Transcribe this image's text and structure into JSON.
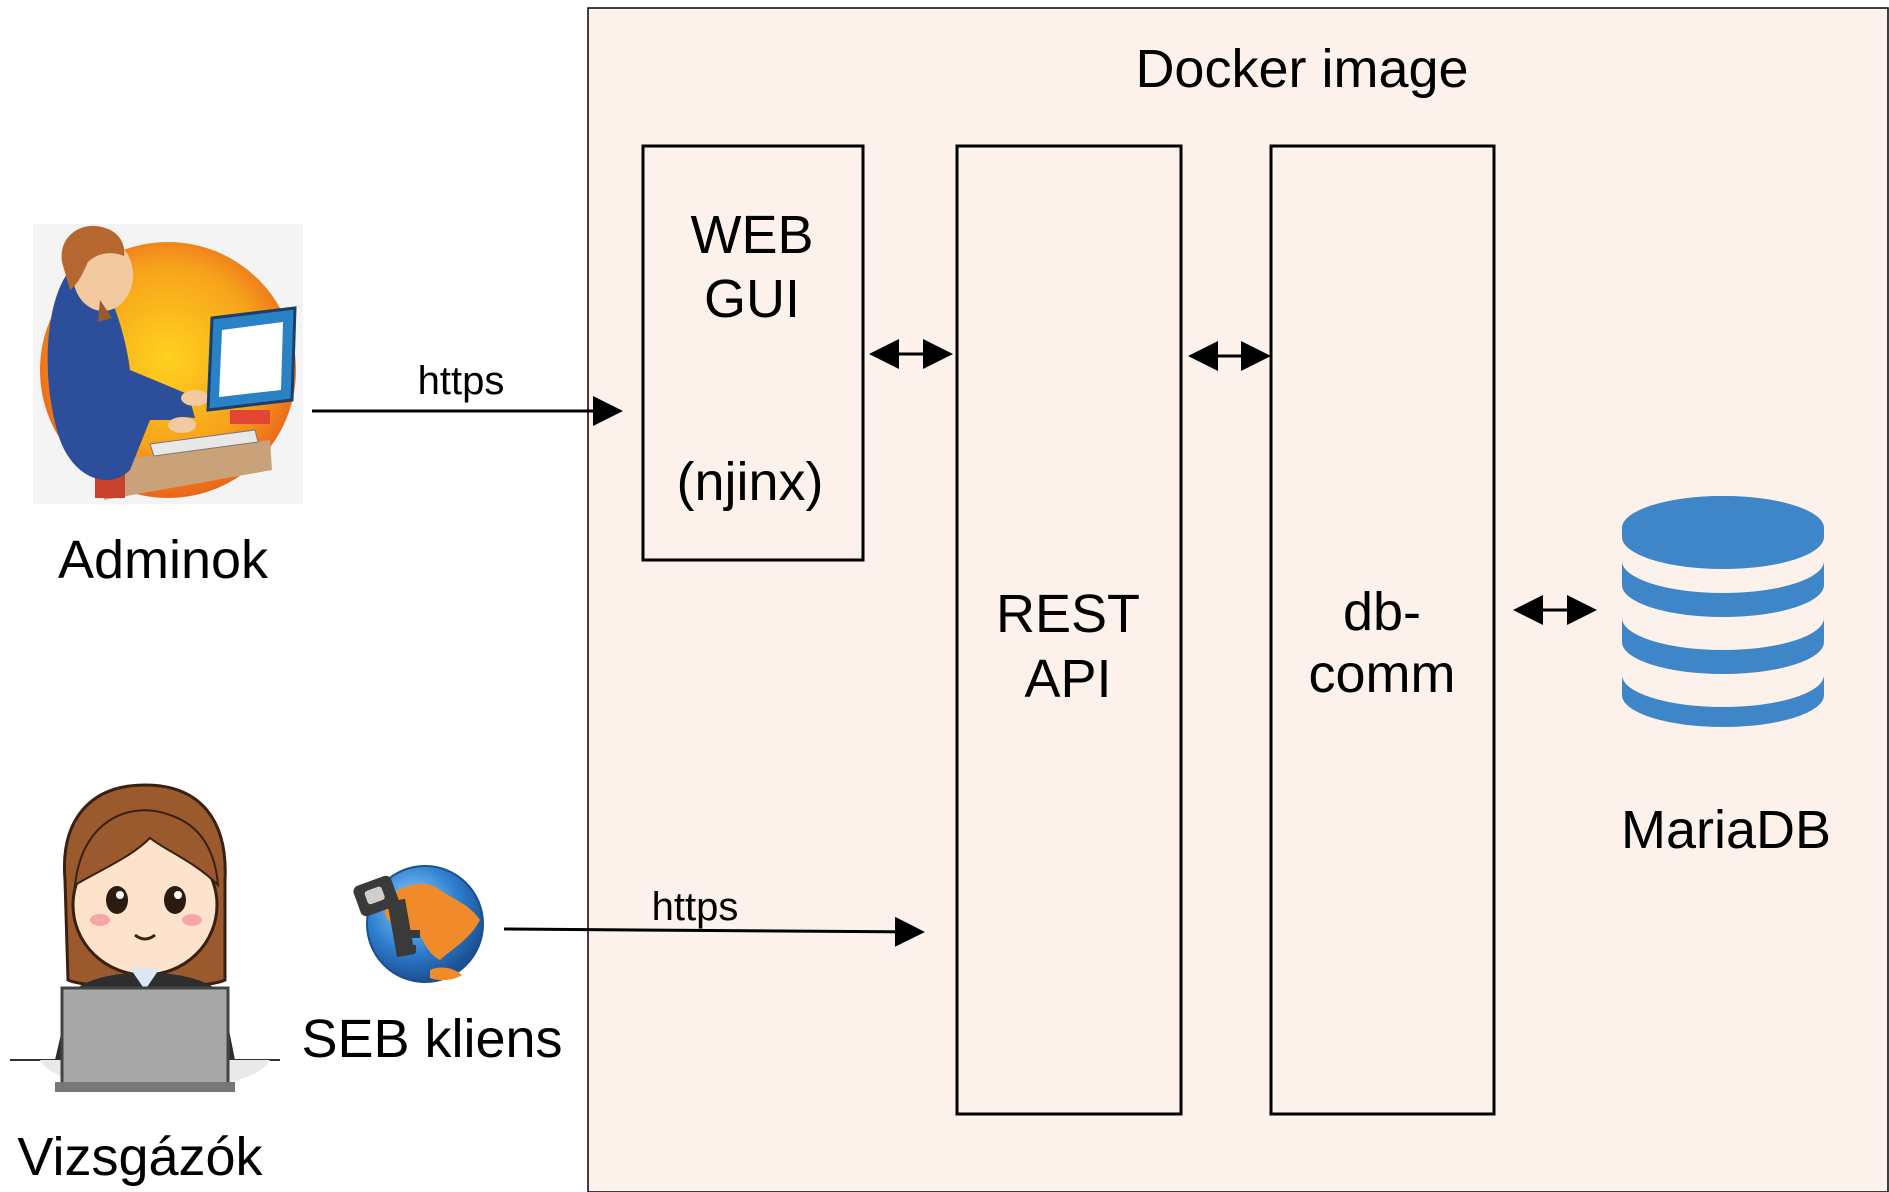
{
  "docker": {
    "title": "Docker image"
  },
  "webgui": {
    "line1": "WEB",
    "line2": "GUI",
    "line3": "(njinx)"
  },
  "restapi": {
    "line1": "REST",
    "line2": "API"
  },
  "dbcomm": {
    "line1": "db-",
    "line2": "comm"
  },
  "actors": {
    "admins": {
      "label": "Adminok"
    },
    "examinees": {
      "label": "Vizsgázók"
    },
    "seb": {
      "label": "SEB kliens"
    },
    "mariadb": {
      "label": "MariaDB"
    }
  },
  "connections": {
    "admin_protocol": "https",
    "seb_protocol": "https"
  },
  "colors": {
    "docker_bg": "#fdf1ec",
    "db_blue": "#3f86c8",
    "stroke": "#000000"
  }
}
